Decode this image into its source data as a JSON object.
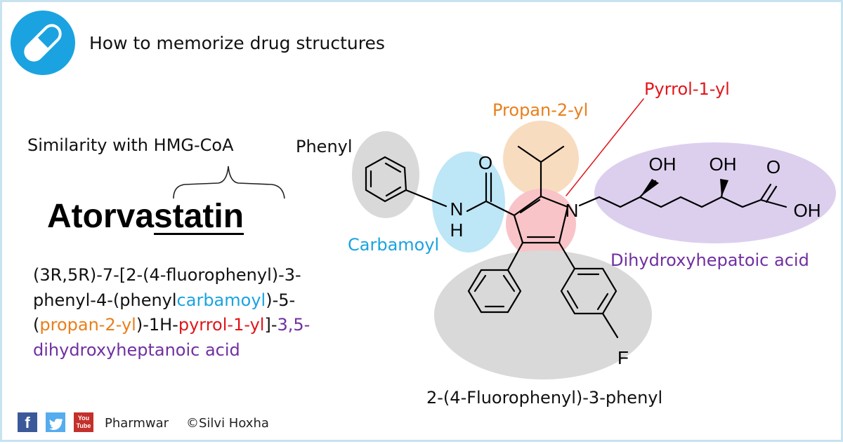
{
  "header": {
    "title": "How to memorize drug structures",
    "logo_icon": "pill-capsule-icon",
    "accent_color": "#1aa3e0"
  },
  "left_panel": {
    "similarity_label": "Similarity with HMG-CoA",
    "drug_name_prefix": "Atorva",
    "drug_name_suffix": "statin",
    "iupac_parts": [
      {
        "text": "(3R,5R)-7-[2-(4-fluorophenyl)-3-phenyl-4-(phenyl",
        "color": "#111111"
      },
      {
        "text": "carbamoyl",
        "color": "#1aa3e0"
      },
      {
        "text": ")-5-(",
        "color": "#111111"
      },
      {
        "text": "propan-2-yl",
        "color": "#e87f1b"
      },
      {
        "text": ")-1H-",
        "color": "#111111"
      },
      {
        "text": "pyrrol-1-yl",
        "color": "#e0161b"
      },
      {
        "text": "]-",
        "color": "#111111"
      },
      {
        "text": "3,5-dihydroxyheptanoic acid",
        "color": "#7030a0"
      }
    ]
  },
  "structure": {
    "labels": {
      "phenyl": "Phenyl",
      "propan": "Propan-2-yl",
      "pyrrol": "Pyrrol-1-yl",
      "carbamoyl": "Carbamoyl",
      "dihydroxy": "Dihydroxyhepatoic acid",
      "fluorophenyl": "2-(4-Fluorophenyl)-3-phenyl"
    },
    "atoms": {
      "o_amide": "O",
      "n_amide": "N",
      "h_amide": "H",
      "n_pyrrole": "N",
      "oh1": "OH",
      "oh2": "OH",
      "o_acid": "O",
      "oh_acid": "OH",
      "fluorine": "F"
    },
    "colors": {
      "phenyl_bg": "#d9d9d9",
      "carbamoyl_bg": "#bde6f6",
      "propan_bg": "#f8dcc0",
      "pyrrol_bg": "#f8c4c8",
      "dihydroxy_bg": "#dccfee",
      "fluorophenyl_bg": "#d9d9d9",
      "pyrrol_line": "#e0161b"
    }
  },
  "footer": {
    "social_icons": [
      "facebook-icon",
      "twitter-icon",
      "youtube-icon"
    ],
    "facebook_glyph": "f",
    "youtube_top": "You",
    "youtube_bottom": "Tube",
    "brand": "Pharmwar",
    "copyright": "©Silvi Hoxha"
  }
}
